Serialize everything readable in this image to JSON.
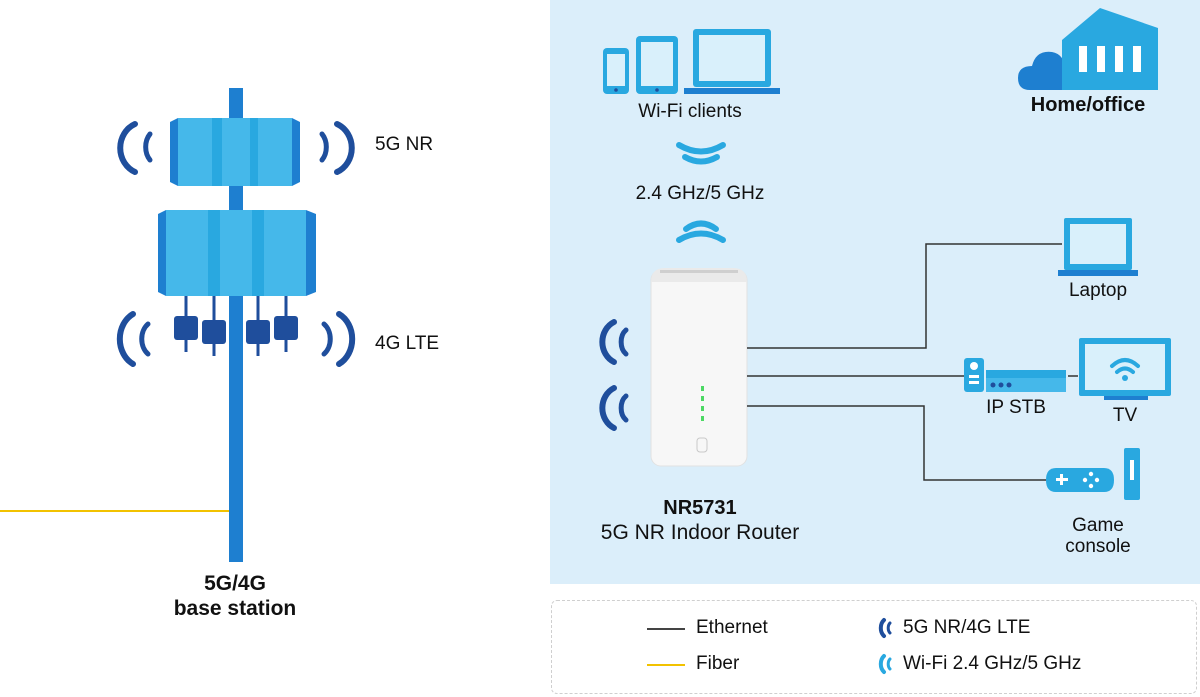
{
  "base_station": {
    "label_5g": "5G NR",
    "label_4g": "4G LTE",
    "title_line1": "5G/4G",
    "title_line2": "base station"
  },
  "home": {
    "title": "Home/office",
    "wifi_clients": "Wi-Fi clients",
    "wifi_bands": "2.4 GHz/5 GHz",
    "router_model": "NR5731",
    "router_desc": "5G NR Indoor Router",
    "laptop": "Laptop",
    "ip_stb": "IP STB",
    "tv": "TV",
    "game_line1": "Game",
    "game_line2": "console"
  },
  "legend": {
    "ethernet": "Ethernet",
    "fiber": "Fiber",
    "cellular": "5G NR/4G LTE",
    "wifi": "Wi-Fi 2.4 GHz/5 GHz"
  },
  "colors": {
    "dark_blue": "#1f4e9c",
    "light_blue": "#29a8e0",
    "mid_blue": "#1e7fd0",
    "panel_bg": "#dbeefa",
    "fiber": "#f2c200",
    "ethernet": "#444444"
  }
}
